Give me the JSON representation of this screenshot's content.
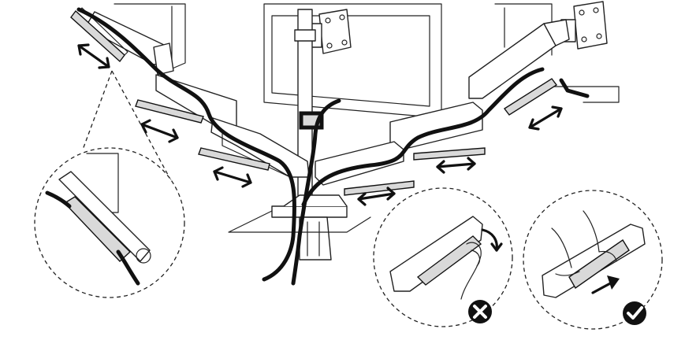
{
  "figure": {
    "subject": "monitor-arm-cable-cover-installation",
    "steps": [
      {
        "id": "slide-cover",
        "status_icon": "none"
      },
      {
        "id": "wrong-method",
        "status_icon": "x-mark-icon",
        "color": "#111111"
      },
      {
        "id": "correct-method",
        "status_icon": "check-mark-icon",
        "color": "#111111"
      }
    ],
    "colors": {
      "line": "#222222",
      "cable": "#111111",
      "cover_fill": "#d9d9d9",
      "background": "#ffffff"
    }
  }
}
